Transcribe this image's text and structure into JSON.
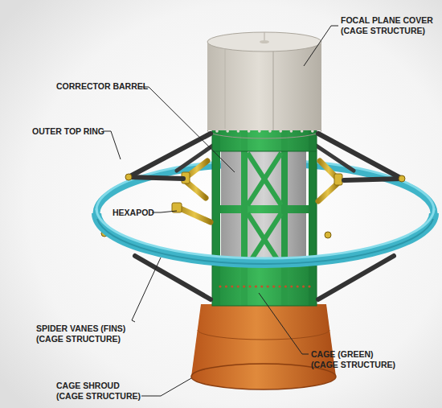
{
  "diagram": {
    "labels": [
      "FOCAL PLANE COVER (CAGE STRUCTURE)",
      "CORRECTOR BARREL",
      "OUTER TOP RING",
      "HEXAPOD",
      "SPIDER VANES (FINS) (CAGE STRUCTURE)",
      "CAGE (GREEN) (CAGE STRUCTURE)",
      "CAGE SHROUD (CAGE STRUCTURE)"
    ]
  }
}
